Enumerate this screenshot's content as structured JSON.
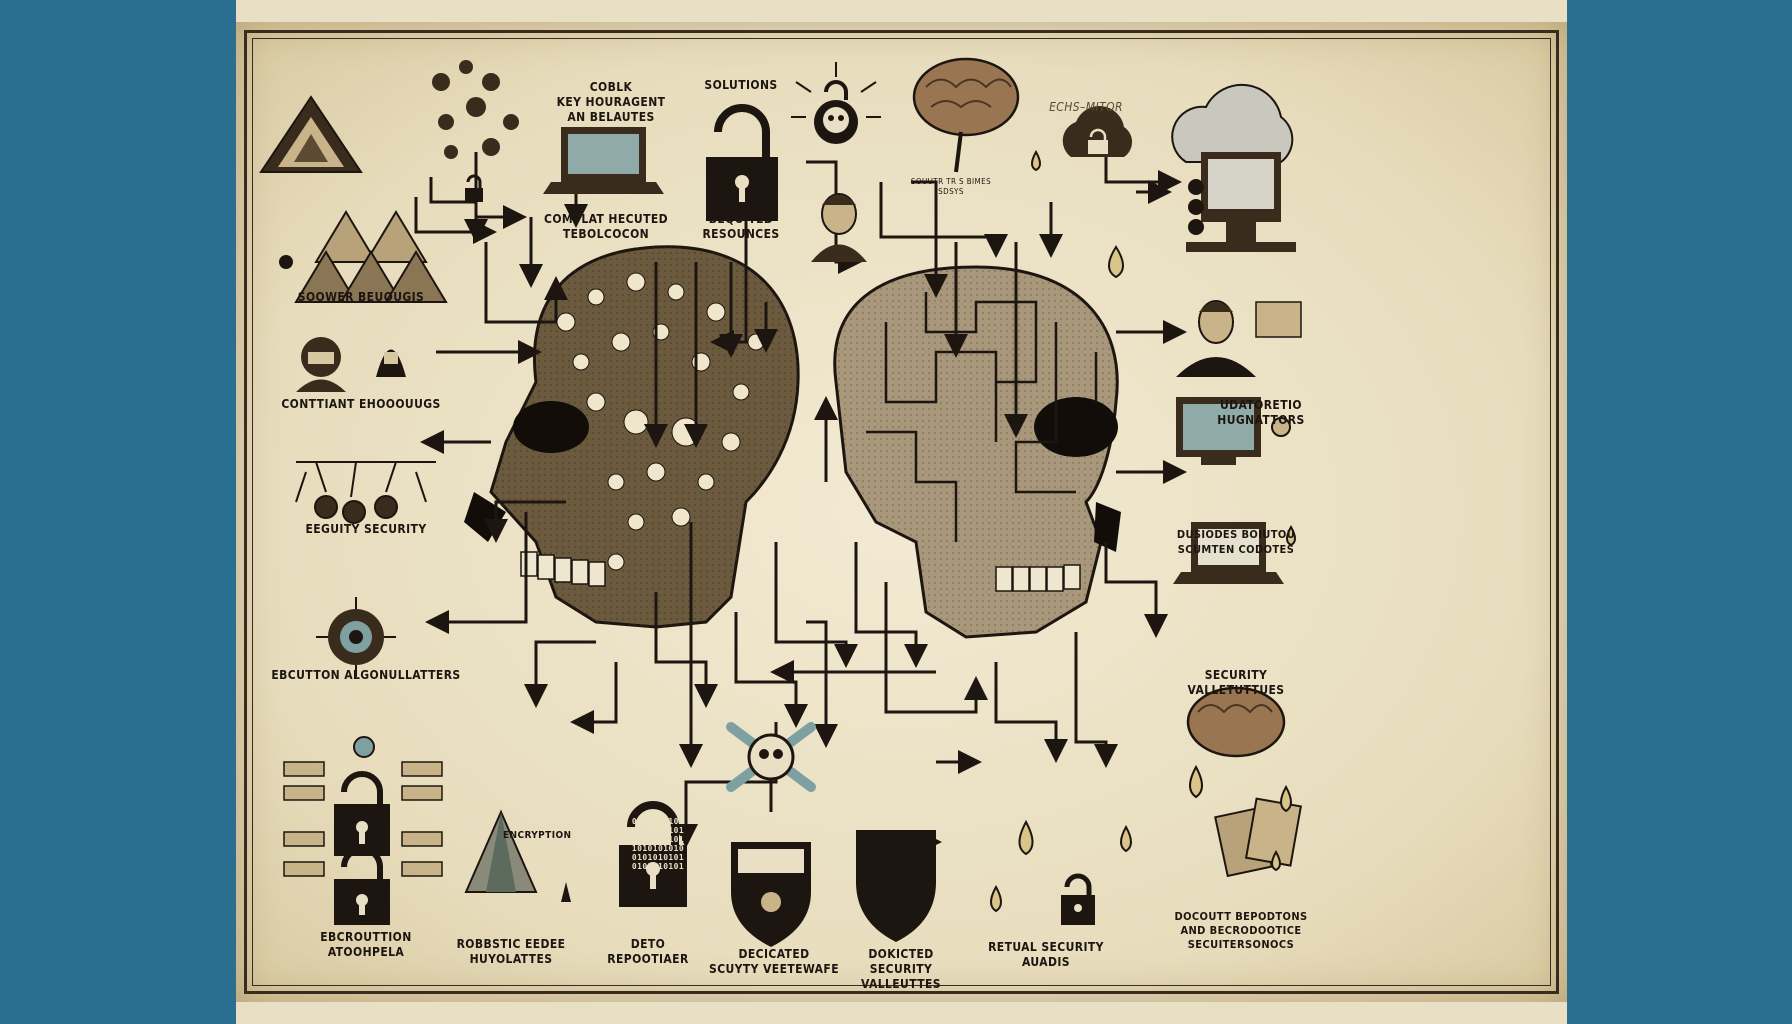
{
  "labels": {
    "top_center_1": "COBLK\nKEY HOURAGENT\nAN BELAUTES",
    "solutions": "SOLUTIONS",
    "top_right_script": "ECHS–MITOR",
    "complat": "COMPLAT HECUTED\nTEBOLCOCON",
    "bequited": "BEQUITED\nRESOUNCES",
    "soower": "SOOWER BEUOUGIS",
    "contiant": "CONTTIANT EHOOOUUGS",
    "udatoretio": "UDATORETIO HUGNATTORS",
    "ecuity": "EEGUITY SECURITY",
    "dusioes": "DUSIODES BOIUTOU\nSCUMTEN CODOTES",
    "ebcutton": "EBCUTTON ALGONULLATTERS",
    "security_vall": "SECURITY VALLETUTTUES",
    "ebcrouttion": "EBCROUTTION\nATOOHPELA",
    "robbstic": "ROBBSTIC EEDEE\nHUYOLATTES",
    "deto": "DETO\nREPOOTIAER",
    "encryption_shield": "ENCRYPTION",
    "decicated": "DECICATED\nSCUYTY VEETEWAFE",
    "dokicted": "DOKICTED\nSECURITY VALLEUTTES",
    "retual": "RETUAL SECURITY\nAUADIS",
    "docout": "DOCOUTT BEPODTONS\nAND BECRODOOTICE\nSECUITERSONOCS",
    "tiny_caption": "SOUUTR TR S BIMES\nSDSYS"
  },
  "shield_binary": "0101010101\n0101010101\n0101010101\n1010101010\n0101010101\n0101010101",
  "colors": {
    "side_blue": "#2a6f8f",
    "parchment": "#eee4c8",
    "ink": "#1d1610",
    "skull_left": "#6b5a3e",
    "skull_right": "#a8977a",
    "droplet": "#d9c48a"
  },
  "icons": [
    "triangle-icon",
    "gears-icon",
    "padlock-icon",
    "laptop-icon",
    "brain-icon",
    "skull-crossbones-icon",
    "portrait-icon",
    "cloud-computer-icon",
    "hacker-icon",
    "network-icon",
    "shield-icon",
    "droplet-icon",
    "crystal-icon",
    "document-icon"
  ]
}
